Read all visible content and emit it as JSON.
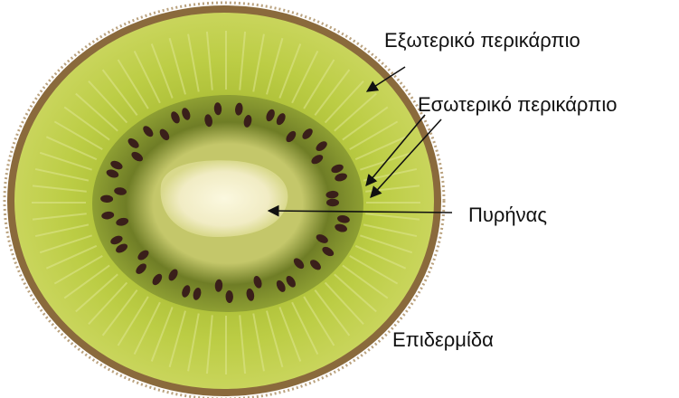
{
  "labels": {
    "exocarp": "Εξωτερικό περικάρπιο",
    "endocarp": "Εσωτερικό περικάρπιο",
    "core": "Πυρήνας",
    "epidermis": "Επιδερμίδα"
  },
  "colors": {
    "skin": "#8a6a3c",
    "outer_flesh": "#b7c93c",
    "outer_flesh_light": "#d2dc6e",
    "inner_ring": "#7d8c2e",
    "core": "#f4f0cc",
    "seed": "#3a1f1a",
    "arrow": "#111111"
  }
}
